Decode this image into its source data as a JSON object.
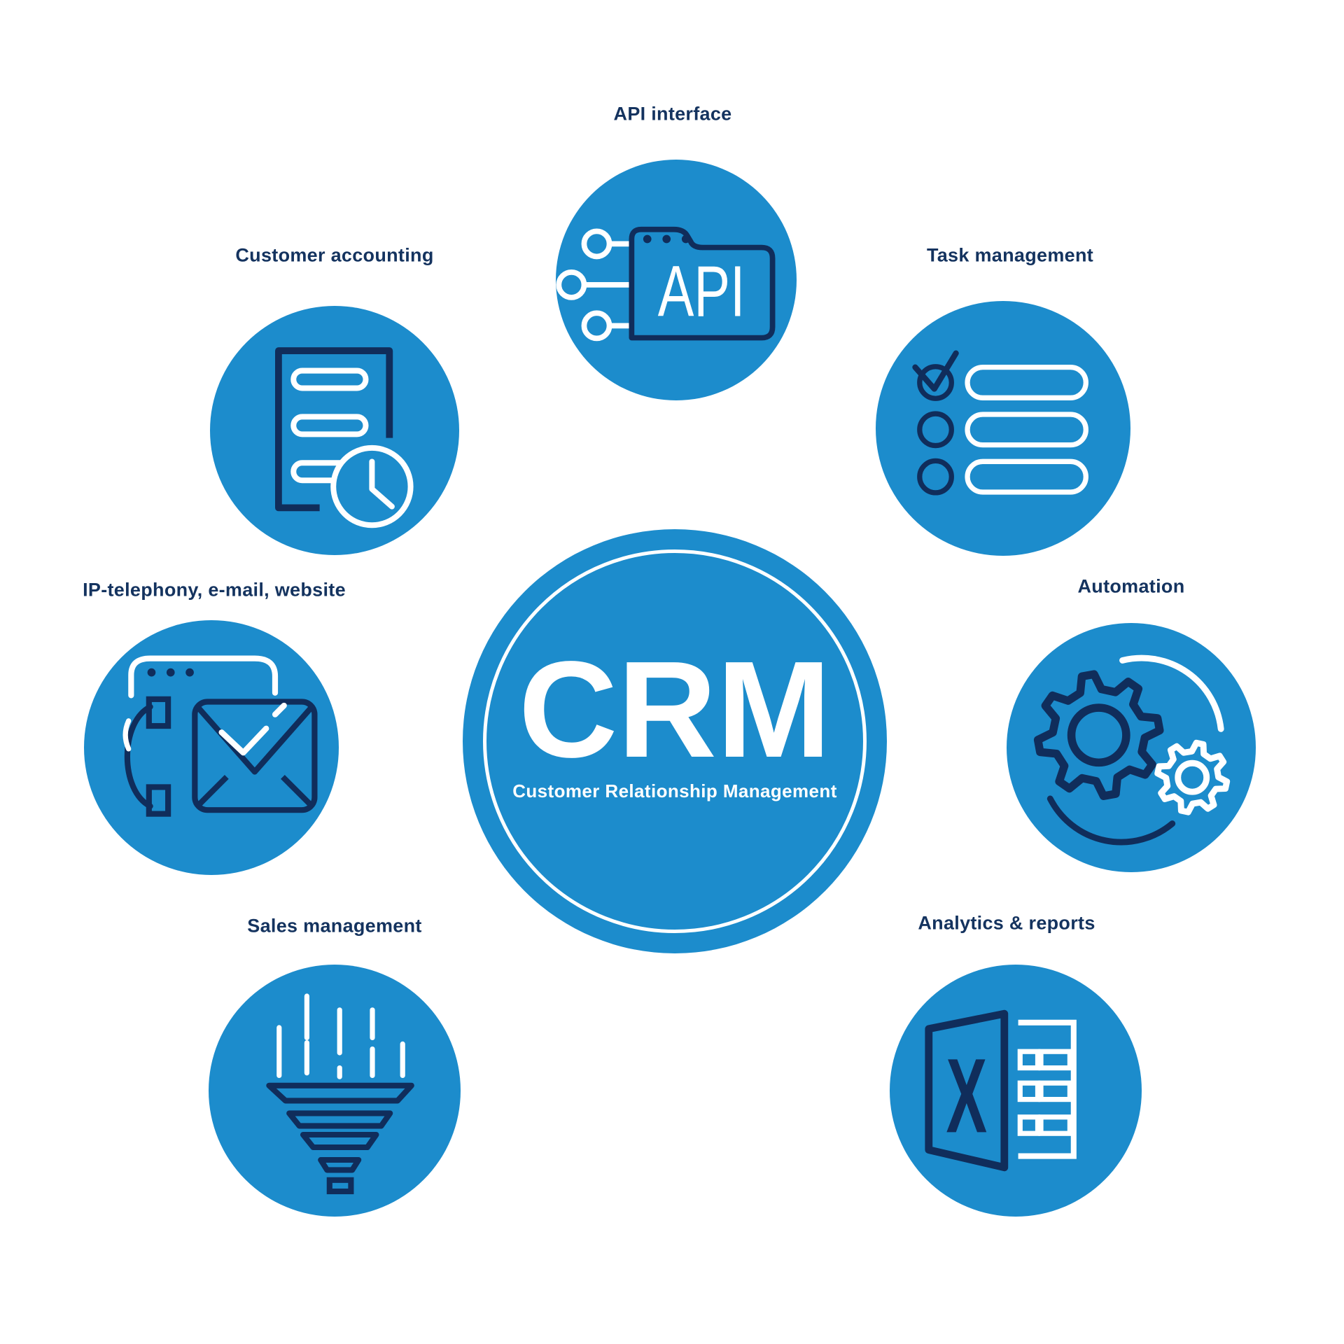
{
  "colors": {
    "bubble_blue": "#1C8CCC",
    "icon_navy": "#102D5B",
    "label_navy": "#14335F",
    "white": "#FFFFFF",
    "background": "#FFFFFF"
  },
  "center": {
    "title": "CRM",
    "subtitle": "Customer Relationship Management"
  },
  "nodes": [
    {
      "label": "API interface",
      "icon": "api-folder-icon",
      "icon_text": "API"
    },
    {
      "label": "Task management",
      "icon": "checklist-icon"
    },
    {
      "label": "Automation",
      "icon": "gears-icon"
    },
    {
      "label": "Analytics & reports",
      "icon": "spreadsheet-x-icon",
      "icon_text": "X"
    },
    {
      "label": "Sales management",
      "icon": "sales-funnel-icon"
    },
    {
      "label": "IP-telephony, e-mail, website",
      "icon": "phone-mail-browser-icon"
    },
    {
      "label": "Customer accounting",
      "icon": "document-clock-icon"
    }
  ]
}
